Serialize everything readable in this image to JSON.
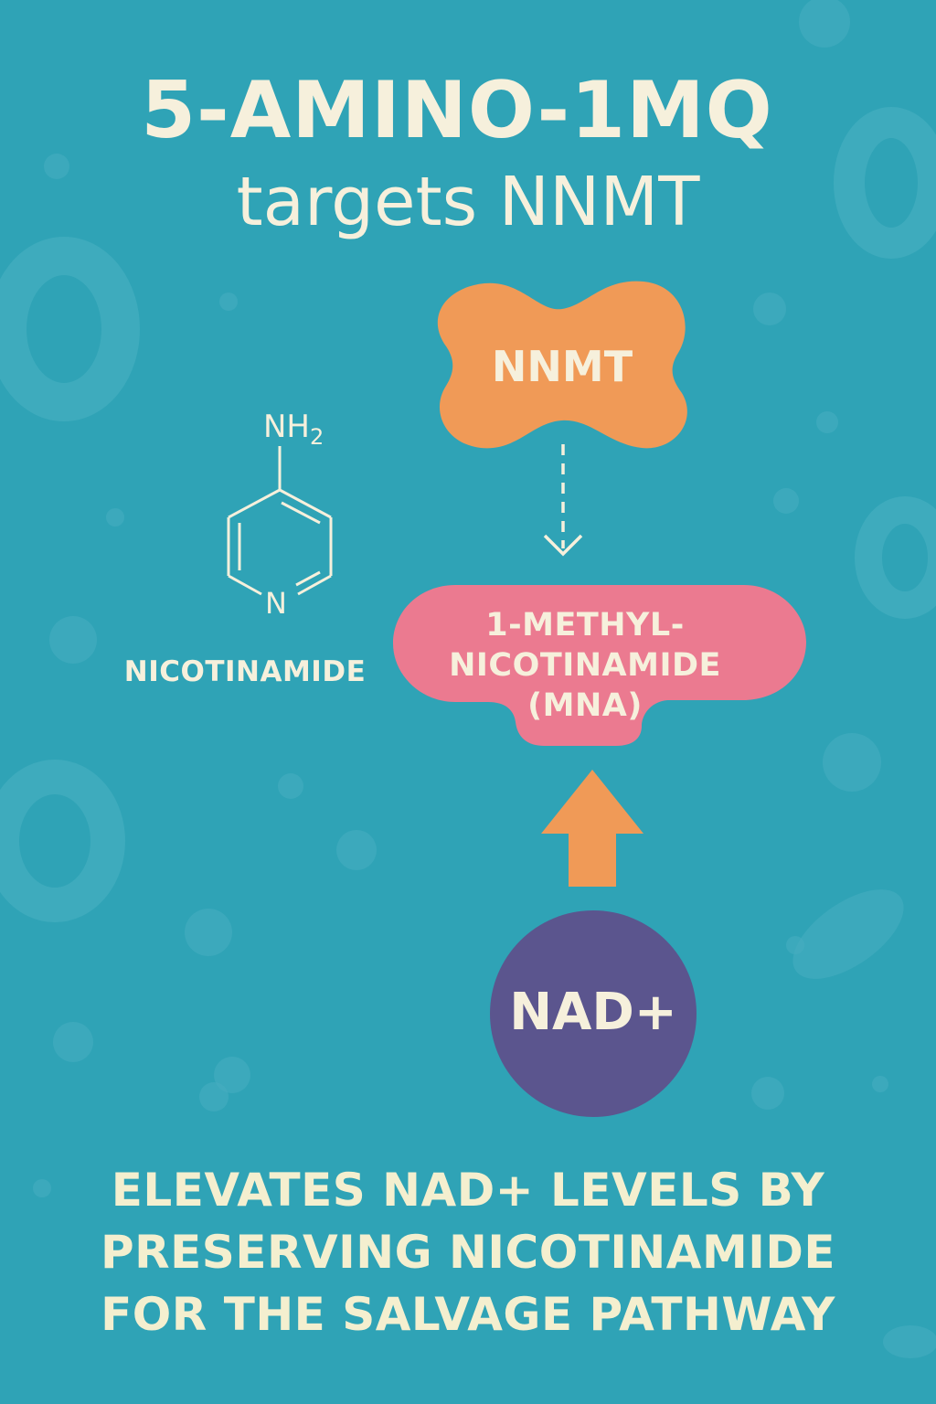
{
  "title": {
    "line1": "5-AMINO-1MQ",
    "line2": "targets NNMT"
  },
  "enzyme": {
    "label": "NNMT",
    "color": "#f09a57"
  },
  "molecule": {
    "substituent": "NH",
    "substituent_subscript": "2",
    "ring_atom": "N",
    "label": "NICOTINAMIDE"
  },
  "product": {
    "line1": "1-METHYL-",
    "line2": "NICOTINAMIDE",
    "line3": "(MNA)",
    "color": "#eb7a90"
  },
  "cofactor": {
    "label": "NAD+",
    "color": "#5b558e"
  },
  "arrow": {
    "color": "#f09a57"
  },
  "caption": {
    "line1": "ELEVATES NAD+ LEVELS BY",
    "line2": "PRESERVING NICOTINAMIDE",
    "line3": "FOR THE SALVAGE PATHWAY"
  },
  "colors": {
    "background": "#2fa3b6",
    "text": "#f6f0dc"
  }
}
